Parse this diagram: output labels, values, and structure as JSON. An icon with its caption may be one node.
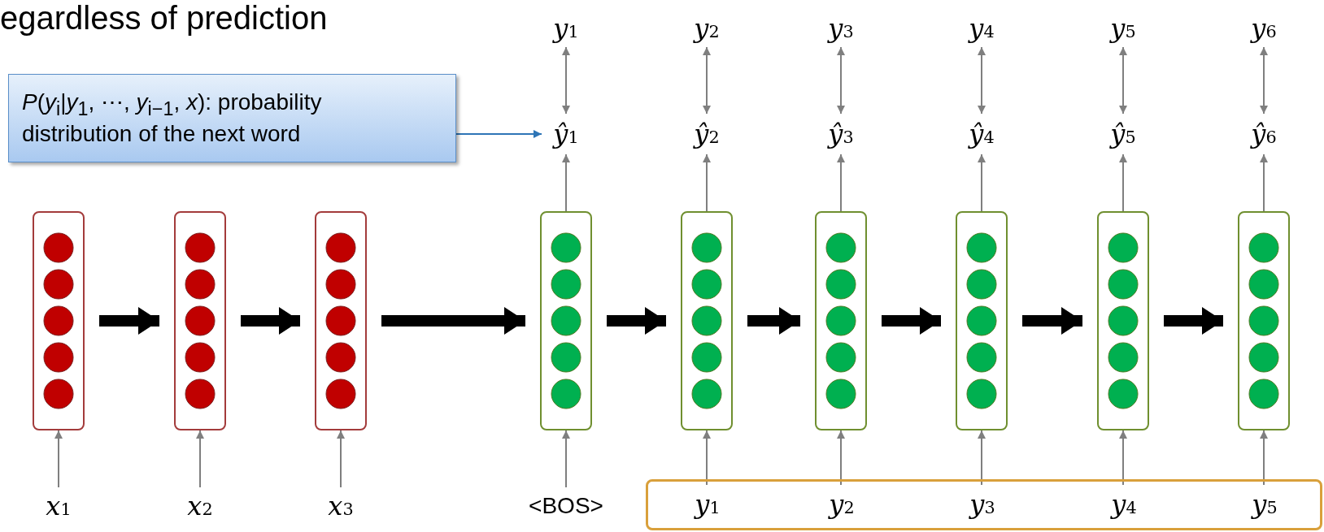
{
  "diagram": {
    "title": "egardless of prediction",
    "nodes": [
      {
        "text": [
          "*y*$_{1}$"
        ]
      },
      {
        "text": [
          "*y*$_{2}$"
        ]
      },
      {
        "text": [
          "*y*$_{3}$"
        ]
      },
      {
        "text": [
          "*y*$_{4}$"
        ]
      },
      {
        "text": [
          "*y*$_{5}$"
        ]
      },
      {
        "text": [
          "*y*$_{6}$"
        ]
      },
      {
        "text": [
          "*P*(*y*$_{i}$|*y*$_{1}$, ⋯, *y*$_{i−1}$, *x*): probability distribution of the next word"
        ]
      },
      {
        "text": [
          "*ŷ*$_{1}$"
        ]
      },
      {
        "text": [
          "*ŷ*$_{2}$"
        ]
      },
      {
        "text": [
          "*ŷ*$_{3}$"
        ]
      },
      {
        "text": [
          "*ŷ*$_{4}$"
        ]
      },
      {
        "text": [
          "*ŷ*$_{5}$"
        ]
      },
      {
        "text": [
          "*ŷ*$_{6}$"
        ]
      },
      {
        "text": [],
        "shape": "box"
      },
      {
        "text": [],
        "shape": "box"
      },
      {
        "text": [],
        "shape": "box"
      },
      {
        "text": [],
        "shape": "box"
      },
      {
        "text": [],
        "shape": "box"
      },
      {
        "text": [],
        "shape": "box"
      },
      {
        "text": [],
        "shape": "box"
      },
      {
        "text": [],
        "shape": "box"
      },
      {
        "text": [],
        "shape": "box"
      },
      {
        "text": [
          "*x*$_{1}$"
        ]
      },
      {
        "text": [
          "*x*$_{2}$"
        ]
      },
      {
        "text": [
          "*x*$_{3}$"
        ]
      },
      {
        "text": [
          "<BOS>"
        ]
      },
      {
        "text": [],
        "shape": "box"
      },
      {
        "text": [
          "*y*$_{1}$"
        ],
        "in": 26
      },
      {
        "text": [
          "*y*$_{2}$"
        ],
        "in": 26
      },
      {
        "text": [
          "*y*$_{3}$"
        ],
        "in": 26
      },
      {
        "text": [
          "*y*$_{4}$"
        ],
        "in": 26
      },
      {
        "text": [
          "*y*$_{5}$"
        ],
        "in": 26
      }
    ],
    "edges": [
      {
        "from": 7,
        "to": 0,
        "arrow": "both"
      },
      {
        "from": 8,
        "to": 1,
        "arrow": "both"
      },
      {
        "from": 9,
        "to": 2,
        "arrow": "both"
      },
      {
        "from": 10,
        "to": 3,
        "arrow": "both"
      },
      {
        "from": 11,
        "to": 4,
        "arrow": "both"
      },
      {
        "from": 12,
        "to": 5,
        "arrow": "both"
      },
      {
        "from": 6,
        "to": 7,
        "arrow": "to",
        "color": "#2e75b6"
      },
      {
        "from": 16,
        "to": 7,
        "arrow": "to"
      },
      {
        "from": 17,
        "to": 8,
        "arrow": "to"
      },
      {
        "from": 18,
        "to": 9,
        "arrow": "to"
      },
      {
        "from": 19,
        "to": 10,
        "arrow": "to"
      },
      {
        "from": 20,
        "to": 11,
        "arrow": "to"
      },
      {
        "from": 21,
        "to": 12,
        "arrow": "to"
      },
      {
        "from": 13,
        "to": 14,
        "arrow": "to",
        "style": "thick",
        "color": "#000000"
      },
      {
        "from": 14,
        "to": 15,
        "arrow": "to",
        "style": "thick",
        "color": "#000000"
      },
      {
        "from": 15,
        "to": 16,
        "arrow": "to",
        "style": "thick",
        "color": "#000000"
      },
      {
        "from": 16,
        "to": 17,
        "arrow": "to",
        "style": "thick",
        "color": "#000000"
      },
      {
        "from": 17,
        "to": 18,
        "arrow": "to",
        "style": "thick",
        "color": "#000000"
      },
      {
        "from": 18,
        "to": 19,
        "arrow": "to",
        "style": "thick",
        "color": "#000000"
      },
      {
        "from": 19,
        "to": 20,
        "arrow": "to",
        "style": "thick",
        "color": "#000000"
      },
      {
        "from": 20,
        "to": 21,
        "arrow": "to",
        "style": "thick",
        "color": "#000000"
      },
      {
        "from": 22,
        "to": 13,
        "arrow": "to"
      },
      {
        "from": 23,
        "to": 14,
        "arrow": "to"
      },
      {
        "from": 24,
        "to": 15,
        "arrow": "to"
      },
      {
        "from": 25,
        "to": 16,
        "arrow": "to"
      },
      {
        "from": 27,
        "to": 17,
        "arrow": "to"
      },
      {
        "from": 28,
        "to": 18,
        "arrow": "to"
      },
      {
        "from": 29,
        "to": 19,
        "arrow": "to"
      },
      {
        "from": 30,
        "to": 20,
        "arrow": "to"
      },
      {
        "from": 31,
        "to": 21,
        "arrow": "to"
      }
    ]
  }
}
